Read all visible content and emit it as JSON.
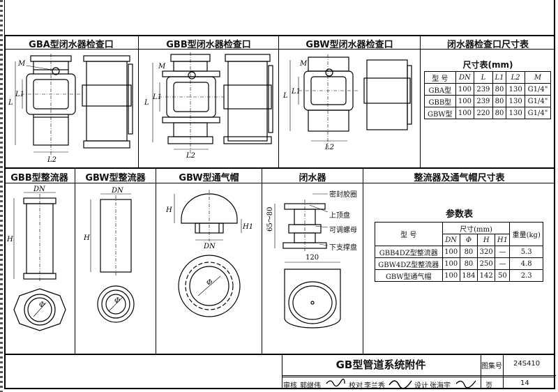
{
  "sections": {
    "gba_title": "GBA型闭水器检查口",
    "gbb_title": "GBB型闭水器检查口",
    "gbw_title": "GBW型闭水器检查口",
    "size_title": "闭水器检查口尺寸表",
    "gbb_rect_title": "GBB型整流器",
    "gbw_rect_title": "GBW型整流器",
    "cap_title": "GBW型通气帽",
    "closer_title": "闭水器",
    "rect_size_title": "整流器及通气帽尺寸表"
  },
  "size_table": {
    "subtitle": "尺寸表(mm)",
    "headers": [
      "型 号",
      "DN",
      "L",
      "L1",
      "L2",
      "M"
    ],
    "rows": [
      [
        "GBA型",
        "100",
        "239",
        "80",
        "130",
        "G1/4\""
      ],
      [
        "GBB型",
        "100",
        "239",
        "80",
        "130",
        "G1/4\""
      ],
      [
        "GBW型",
        "100",
        "220",
        "80",
        "130",
        "G1/4\""
      ]
    ]
  },
  "param_table": {
    "subtitle": "参数表",
    "h_model": "型 号",
    "h_size": "尺寸(mm)",
    "h_weight": "重量(kg)",
    "sub_headers": [
      "DN",
      "Φ",
      "H",
      "H1"
    ],
    "rows": [
      [
        "GBB4DZ型整流器",
        "100",
        "80",
        "320",
        "—",
        "5.3"
      ],
      [
        "GBW4DZ型整流器",
        "100",
        "80",
        "250",
        "—",
        "4.8"
      ],
      [
        "GBW型通气帽",
        "100",
        "184",
        "142",
        "50",
        "2.3"
      ]
    ]
  },
  "closer_callouts": [
    "密封胶圈",
    "上顶盘",
    "可调螺母",
    "下支撑盘"
  ],
  "dims": {
    "M": "M",
    "L": "L",
    "L1": "L1",
    "L2": "L2",
    "DN": "DN",
    "H": "H",
    "H1": "H1",
    "phi": "Φ",
    "range": "65～80",
    "width": "120"
  },
  "title_block": {
    "title": "GB型管道系统附件",
    "atlas_label": "图集号",
    "atlas_no": "24S410",
    "review_label": "审核",
    "reviewer": "郭继伟",
    "check_label": "校对",
    "checker": "李兰秀",
    "design_label": "设计",
    "designer": "张海宇",
    "page_label": "页",
    "page_no": "14"
  }
}
